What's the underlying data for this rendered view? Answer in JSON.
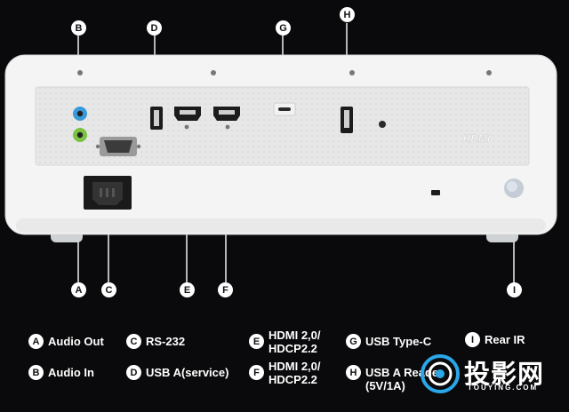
{
  "callouts": [
    "B",
    "D",
    "G",
    "H",
    "A",
    "C",
    "E",
    "F",
    "I"
  ],
  "legend": [
    {
      "key": "A",
      "label": "Audio Out"
    },
    {
      "key": "B",
      "label": "Audio In"
    },
    {
      "key": "C",
      "label": "RS-232"
    },
    {
      "key": "D",
      "label": "USB A(service)"
    },
    {
      "key": "E",
      "label": "HDMI 2,0/\nHDCP2.2"
    },
    {
      "key": "F",
      "label": "HDMI 2,0/\nHDCP2.2"
    },
    {
      "key": "G",
      "label": "USB Type-C"
    },
    {
      "key": "H",
      "label": "USB A Reader\n(5V/1A)"
    },
    {
      "key": "I",
      "label": "Rear IR"
    }
  ],
  "device": {
    "logo_text": "HDMI"
  },
  "watermark": {
    "title": "投影网",
    "subtitle": "TOUYING.COM"
  },
  "colors": {
    "background": "#0a0a0c",
    "body": "#f4f4f4",
    "panel": "#e6e6e6",
    "audio_out": "#7cc243",
    "audio_in": "#3a9ad9"
  }
}
